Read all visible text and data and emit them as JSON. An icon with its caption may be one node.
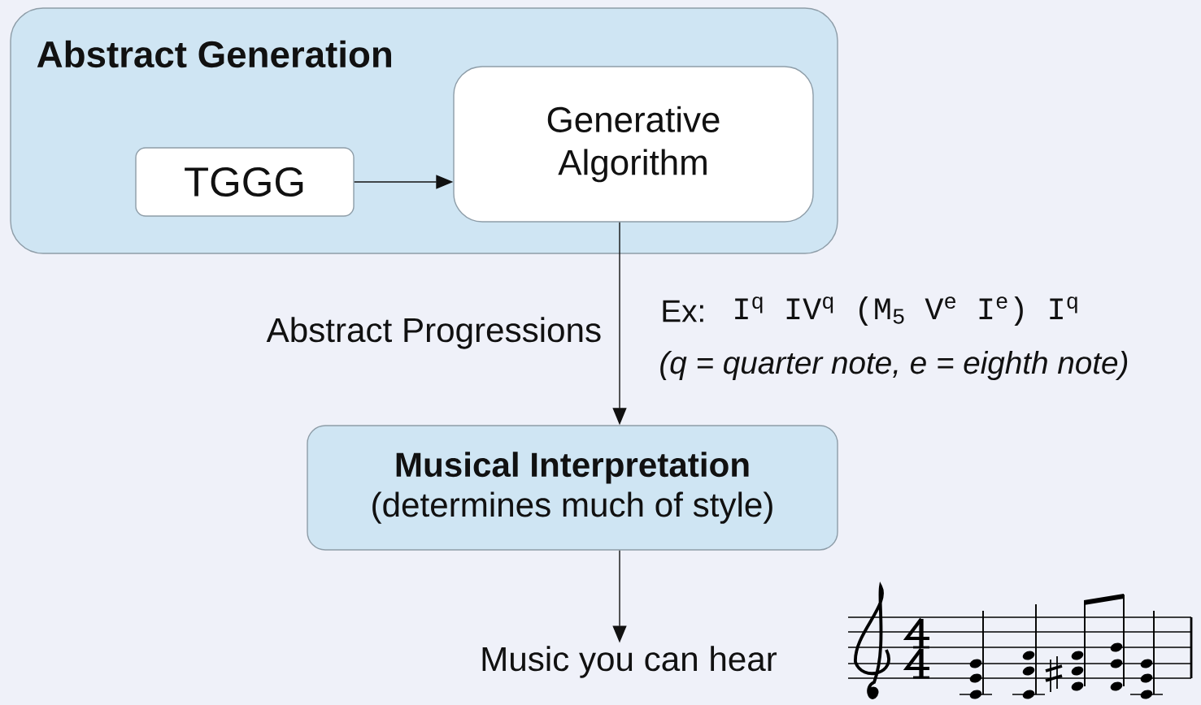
{
  "diagram": {
    "nodes": [
      {
        "text": [
          "Abstract Generation"
        ]
      },
      {
        "text": [
          "TGGG"
        ],
        "in": 0
      },
      {
        "text": [
          "Generative Algorithm"
        ],
        "in": 0
      },
      {
        "text": [
          "Musical Interpretation",
          "(determines much of style)"
        ]
      },
      {
        "text": [
          "Music you can hear"
        ]
      }
    ],
    "edges": [
      {
        "from": 1,
        "to": 2,
        "arrow": "to"
      },
      {
        "from": 2,
        "to": 3,
        "arrow": "to",
        "label": "Abstract Progressions"
      },
      {
        "from": 3,
        "to": 4,
        "arrow": "to"
      }
    ],
    "labels": [
      "Ex:",
      "I$^{q}$ IV$^{q}$ (M$_{5}$ V$^{e}$ I$^{e}$) I$^{q}$",
      "(q = quarter note, e = eighth note)"
    ]
  }
}
